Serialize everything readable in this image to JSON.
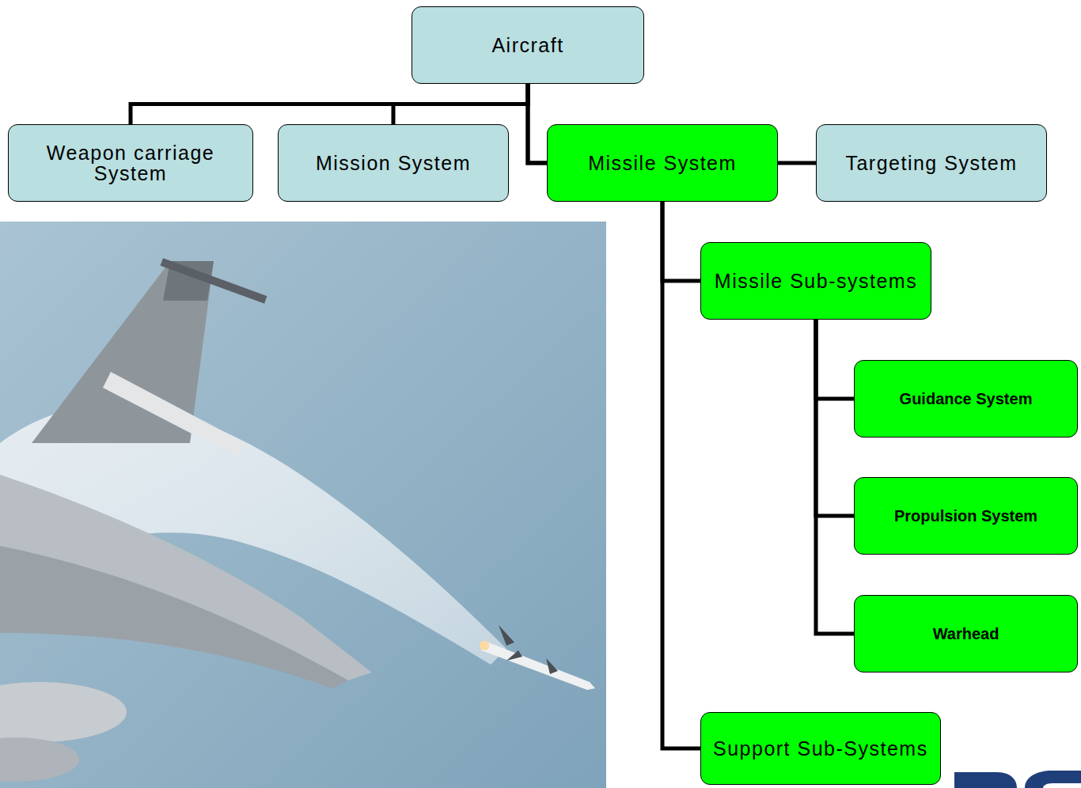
{
  "diagram": {
    "nodes": [
      {
        "text": [
          "Aircraft"
        ]
      },
      {
        "text": [
          "Weapon carriage System"
        ]
      },
      {
        "text": [
          "Mission System"
        ]
      },
      {
        "text": [
          "Missile System"
        ]
      },
      {
        "text": [
          "Targeting System"
        ]
      },
      {
        "text": [
          "Missile Sub-systems"
        ]
      },
      {
        "text": [
          "Guidance System"
        ]
      },
      {
        "text": [
          "Propulsion System"
        ]
      },
      {
        "text": [
          "Warhead"
        ]
      },
      {
        "text": [
          "Support Sub-Systems"
        ]
      }
    ],
    "edges": [
      {
        "from": 0,
        "to": 1,
        "arrow": "none"
      },
      {
        "from": 0,
        "to": 2,
        "arrow": "none"
      },
      {
        "from": 0,
        "to": 3,
        "arrow": "none"
      },
      {
        "from": 0,
        "to": 4,
        "arrow": "none"
      },
      {
        "from": 3,
        "to": 5,
        "arrow": "none"
      },
      {
        "from": 3,
        "to": 9,
        "arrow": "none"
      },
      {
        "from": 5,
        "to": 6,
        "arrow": "none"
      },
      {
        "from": 5,
        "to": 7,
        "arrow": "none"
      },
      {
        "from": 5,
        "to": 8,
        "arrow": "none"
      }
    ]
  }
}
